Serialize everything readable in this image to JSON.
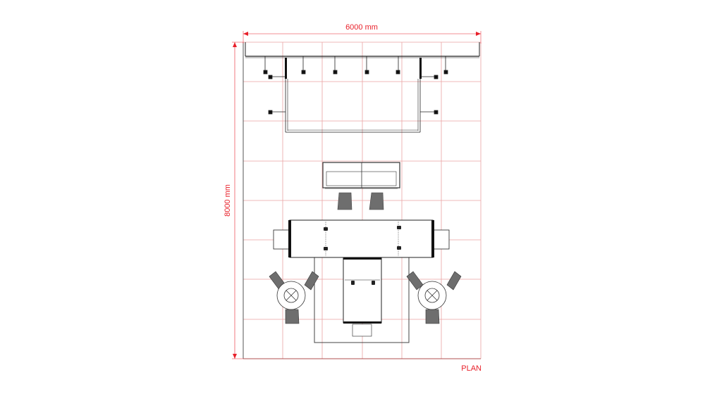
{
  "drawing": {
    "title_label": "PLAN",
    "width_dimension": "6000 mm",
    "depth_dimension": "8000 mm",
    "grid_module_mm": 1000,
    "grid_columns": 6,
    "grid_rows": 8
  },
  "colors": {
    "dimension": "#e8202a",
    "grid": "#e89a9a",
    "outline": "#333333",
    "furniture_fill": "#6e6e6e"
  },
  "elements": {
    "back_wall": "back-wall-with-spotlights",
    "counter": "storage-counter",
    "stools": 2,
    "meeting_table": "central-meeting-table",
    "round_tables": 2,
    "chairs_per_round_table": 3
  }
}
